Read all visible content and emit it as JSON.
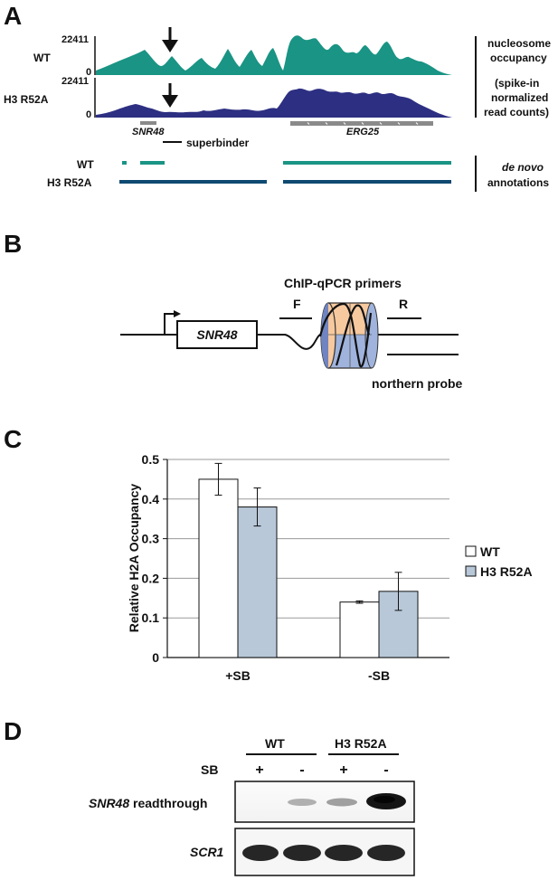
{
  "panels": {
    "a": "A",
    "b": "B",
    "c": "C",
    "d": "D"
  },
  "panel_a": {
    "tracks": [
      {
        "name": "WT",
        "ymax": "22411",
        "ymin": "0",
        "color": "#1a9484"
      },
      {
        "name": "H3 R52A",
        "ymax": "22411",
        "ymin": "0",
        "color": "#2d2f82"
      }
    ],
    "genes": {
      "snr48": "SNR48",
      "erg25": "ERG25",
      "superbinder": "superbinder"
    },
    "right_label": {
      "line1": "nucleosome",
      "line2": "occupancy",
      "line3": "(spike-in",
      "line4": "normalized",
      "line5": "read counts)"
    },
    "annotations": {
      "wt": "WT",
      "r52a": "H3 R52A",
      "label1": "de novo",
      "label2": "annotations",
      "wt_color": "#1a9484",
      "r52a_color": "#0f4a72"
    }
  },
  "panel_b": {
    "primers_title": "ChIP-qPCR primers",
    "f": "F",
    "r": "R",
    "gene": "SNR48",
    "probe": "northern probe"
  },
  "panel_d": {
    "wt": "WT",
    "r52a": "H3 R52A",
    "sb": "SB",
    "lanes": [
      "+",
      "-",
      "+",
      "-"
    ],
    "row1_gene": "SNR48",
    "row1_rest": " readthrough",
    "row2": "SCR1"
  },
  "chart_data": {
    "type": "bar",
    "categories": [
      "+SB",
      "-SB"
    ],
    "series": [
      {
        "name": "WT",
        "values": [
          0.45,
          0.14
        ],
        "errors": [
          0.04,
          0.003
        ],
        "color": "#ffffff"
      },
      {
        "name": "H3 R52A",
        "values": [
          0.38,
          0.167
        ],
        "errors": [
          0.048,
          0.048
        ],
        "color": "#b8c8d8"
      }
    ],
    "ylabel": "Relative H2A Occupancy",
    "ylim": [
      0,
      0.5
    ],
    "yticks": [
      "0",
      "0.1",
      "0.2",
      "0.3",
      "0.4",
      "0.5"
    ],
    "grid": true,
    "legend_position": "right"
  }
}
